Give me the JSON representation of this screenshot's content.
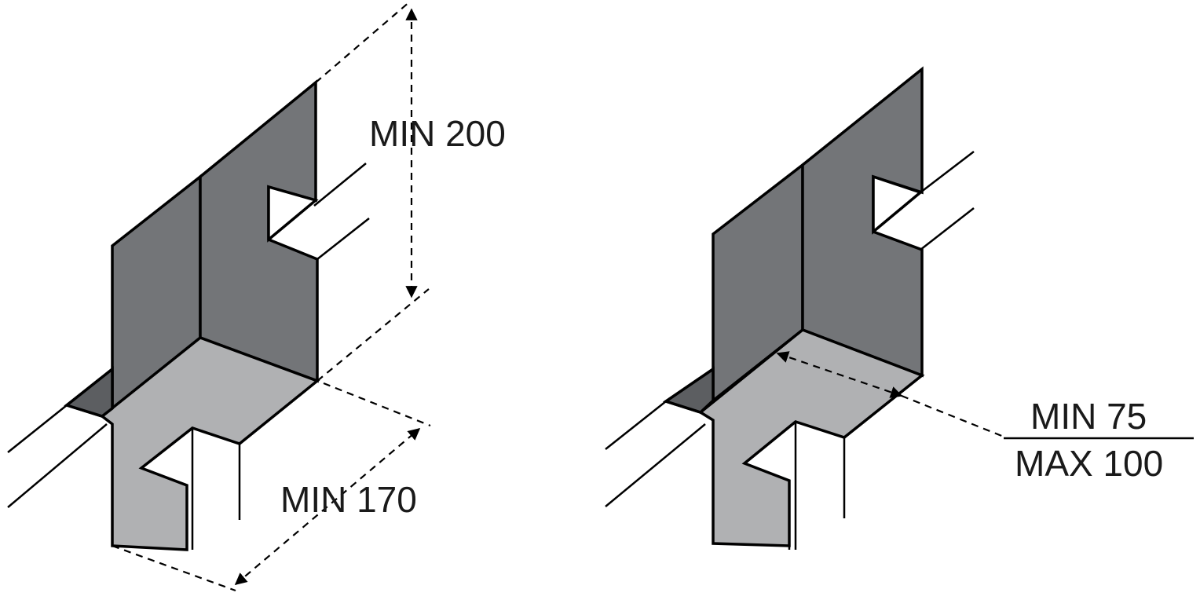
{
  "left_detail": {
    "height_label": "MIN 200",
    "width_label": "MIN 170"
  },
  "right_detail": {
    "depth_label_min": "MIN 75",
    "depth_label_max": "MAX 100"
  },
  "colors": {
    "dark_face": "#737578",
    "light_face": "#b0b1b3",
    "outline": "#000000"
  }
}
